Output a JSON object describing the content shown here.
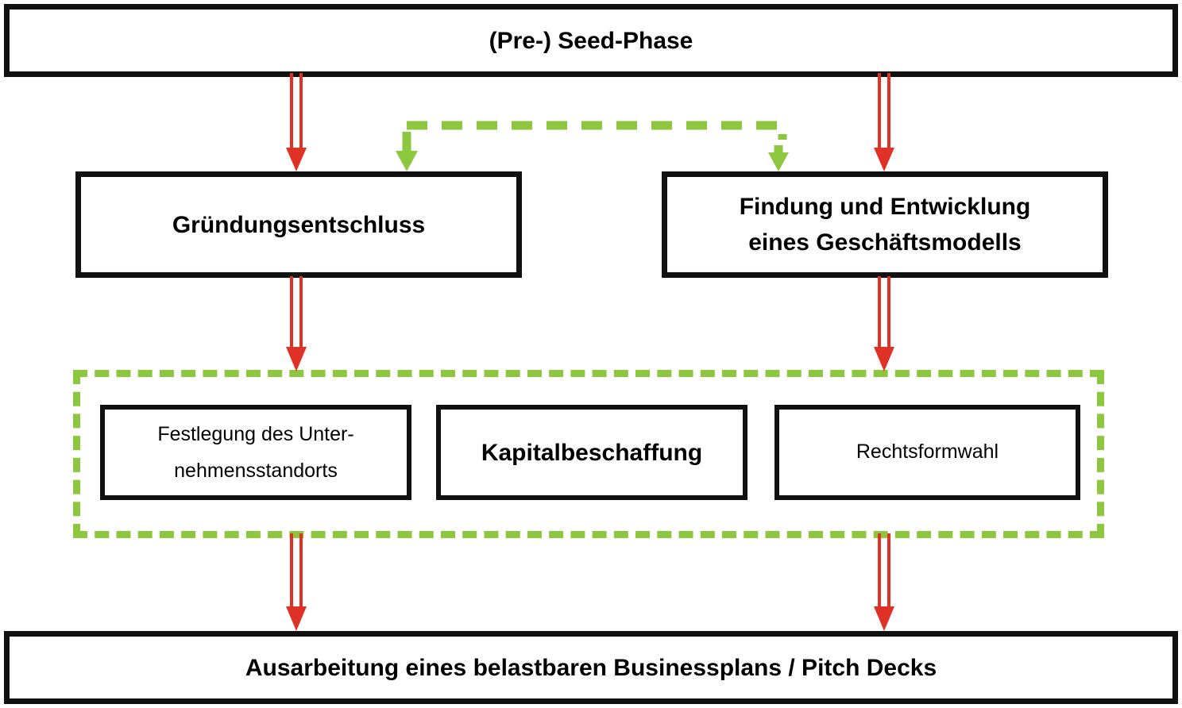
{
  "diagram": {
    "title": "(Pre-) Seed-Phase",
    "language": "de",
    "type": "flowchart",
    "colors": {
      "box_border": "#111111",
      "box_fill": "#ffffff",
      "text": "#000000",
      "red_arrow": "#E03127",
      "green_arrow": "#8DC63F",
      "green_group_border": "#8DC63F"
    }
  },
  "nodes": {
    "phase": {
      "label": "(Pre-) Seed-Phase",
      "role": "phase-header",
      "bold": true
    },
    "decision": {
      "label": "Gründungsentschluss",
      "role": "process",
      "bold": true
    },
    "model": {
      "label": "Findung und Entwicklung\neines Geschäftsmodells",
      "role": "process",
      "bold": true
    },
    "location": {
      "label": "Festlegung des Unter-\nnehmensstandorts",
      "role": "sub-process",
      "bold": false
    },
    "capital": {
      "label": "Kapitalbeschaffung",
      "role": "sub-process",
      "bold": true
    },
    "legal": {
      "label": "Rechtsformwahl",
      "role": "sub-process",
      "bold": false
    },
    "business": {
      "label": "Ausarbeitung eines belastbaren Businessplans / Pitch Decks",
      "role": "outcome",
      "bold": true
    }
  },
  "group": {
    "name": "parallel-tasks-group",
    "style": "dashed",
    "color": "#8DC63F",
    "members": [
      "location",
      "capital",
      "legal"
    ]
  },
  "edges": [
    {
      "id": "e1",
      "from": "phase",
      "to": "decision",
      "style": "red-double-line",
      "color": "#E03127"
    },
    {
      "id": "e2",
      "from": "phase",
      "to": "model",
      "style": "red-double-line",
      "color": "#E03127"
    },
    {
      "id": "e3",
      "from": "decision",
      "to": "group",
      "style": "red-double-line",
      "color": "#E03127"
    },
    {
      "id": "e4",
      "from": "model",
      "to": "group",
      "style": "red-double-line",
      "color": "#E03127"
    },
    {
      "id": "e5",
      "from": "group",
      "to": "business",
      "style": "red-double-line",
      "color": "#E03127"
    },
    {
      "id": "e6",
      "from": "group",
      "to": "business",
      "style": "red-double-line",
      "color": "#E03127"
    },
    {
      "id": "e7",
      "from": "link-bar",
      "to": "decision",
      "style": "green-dashed",
      "color": "#8DC63F"
    },
    {
      "id": "e8",
      "from": "link-bar",
      "to": "model",
      "style": "green-dashed",
      "color": "#8DC63F"
    }
  ]
}
